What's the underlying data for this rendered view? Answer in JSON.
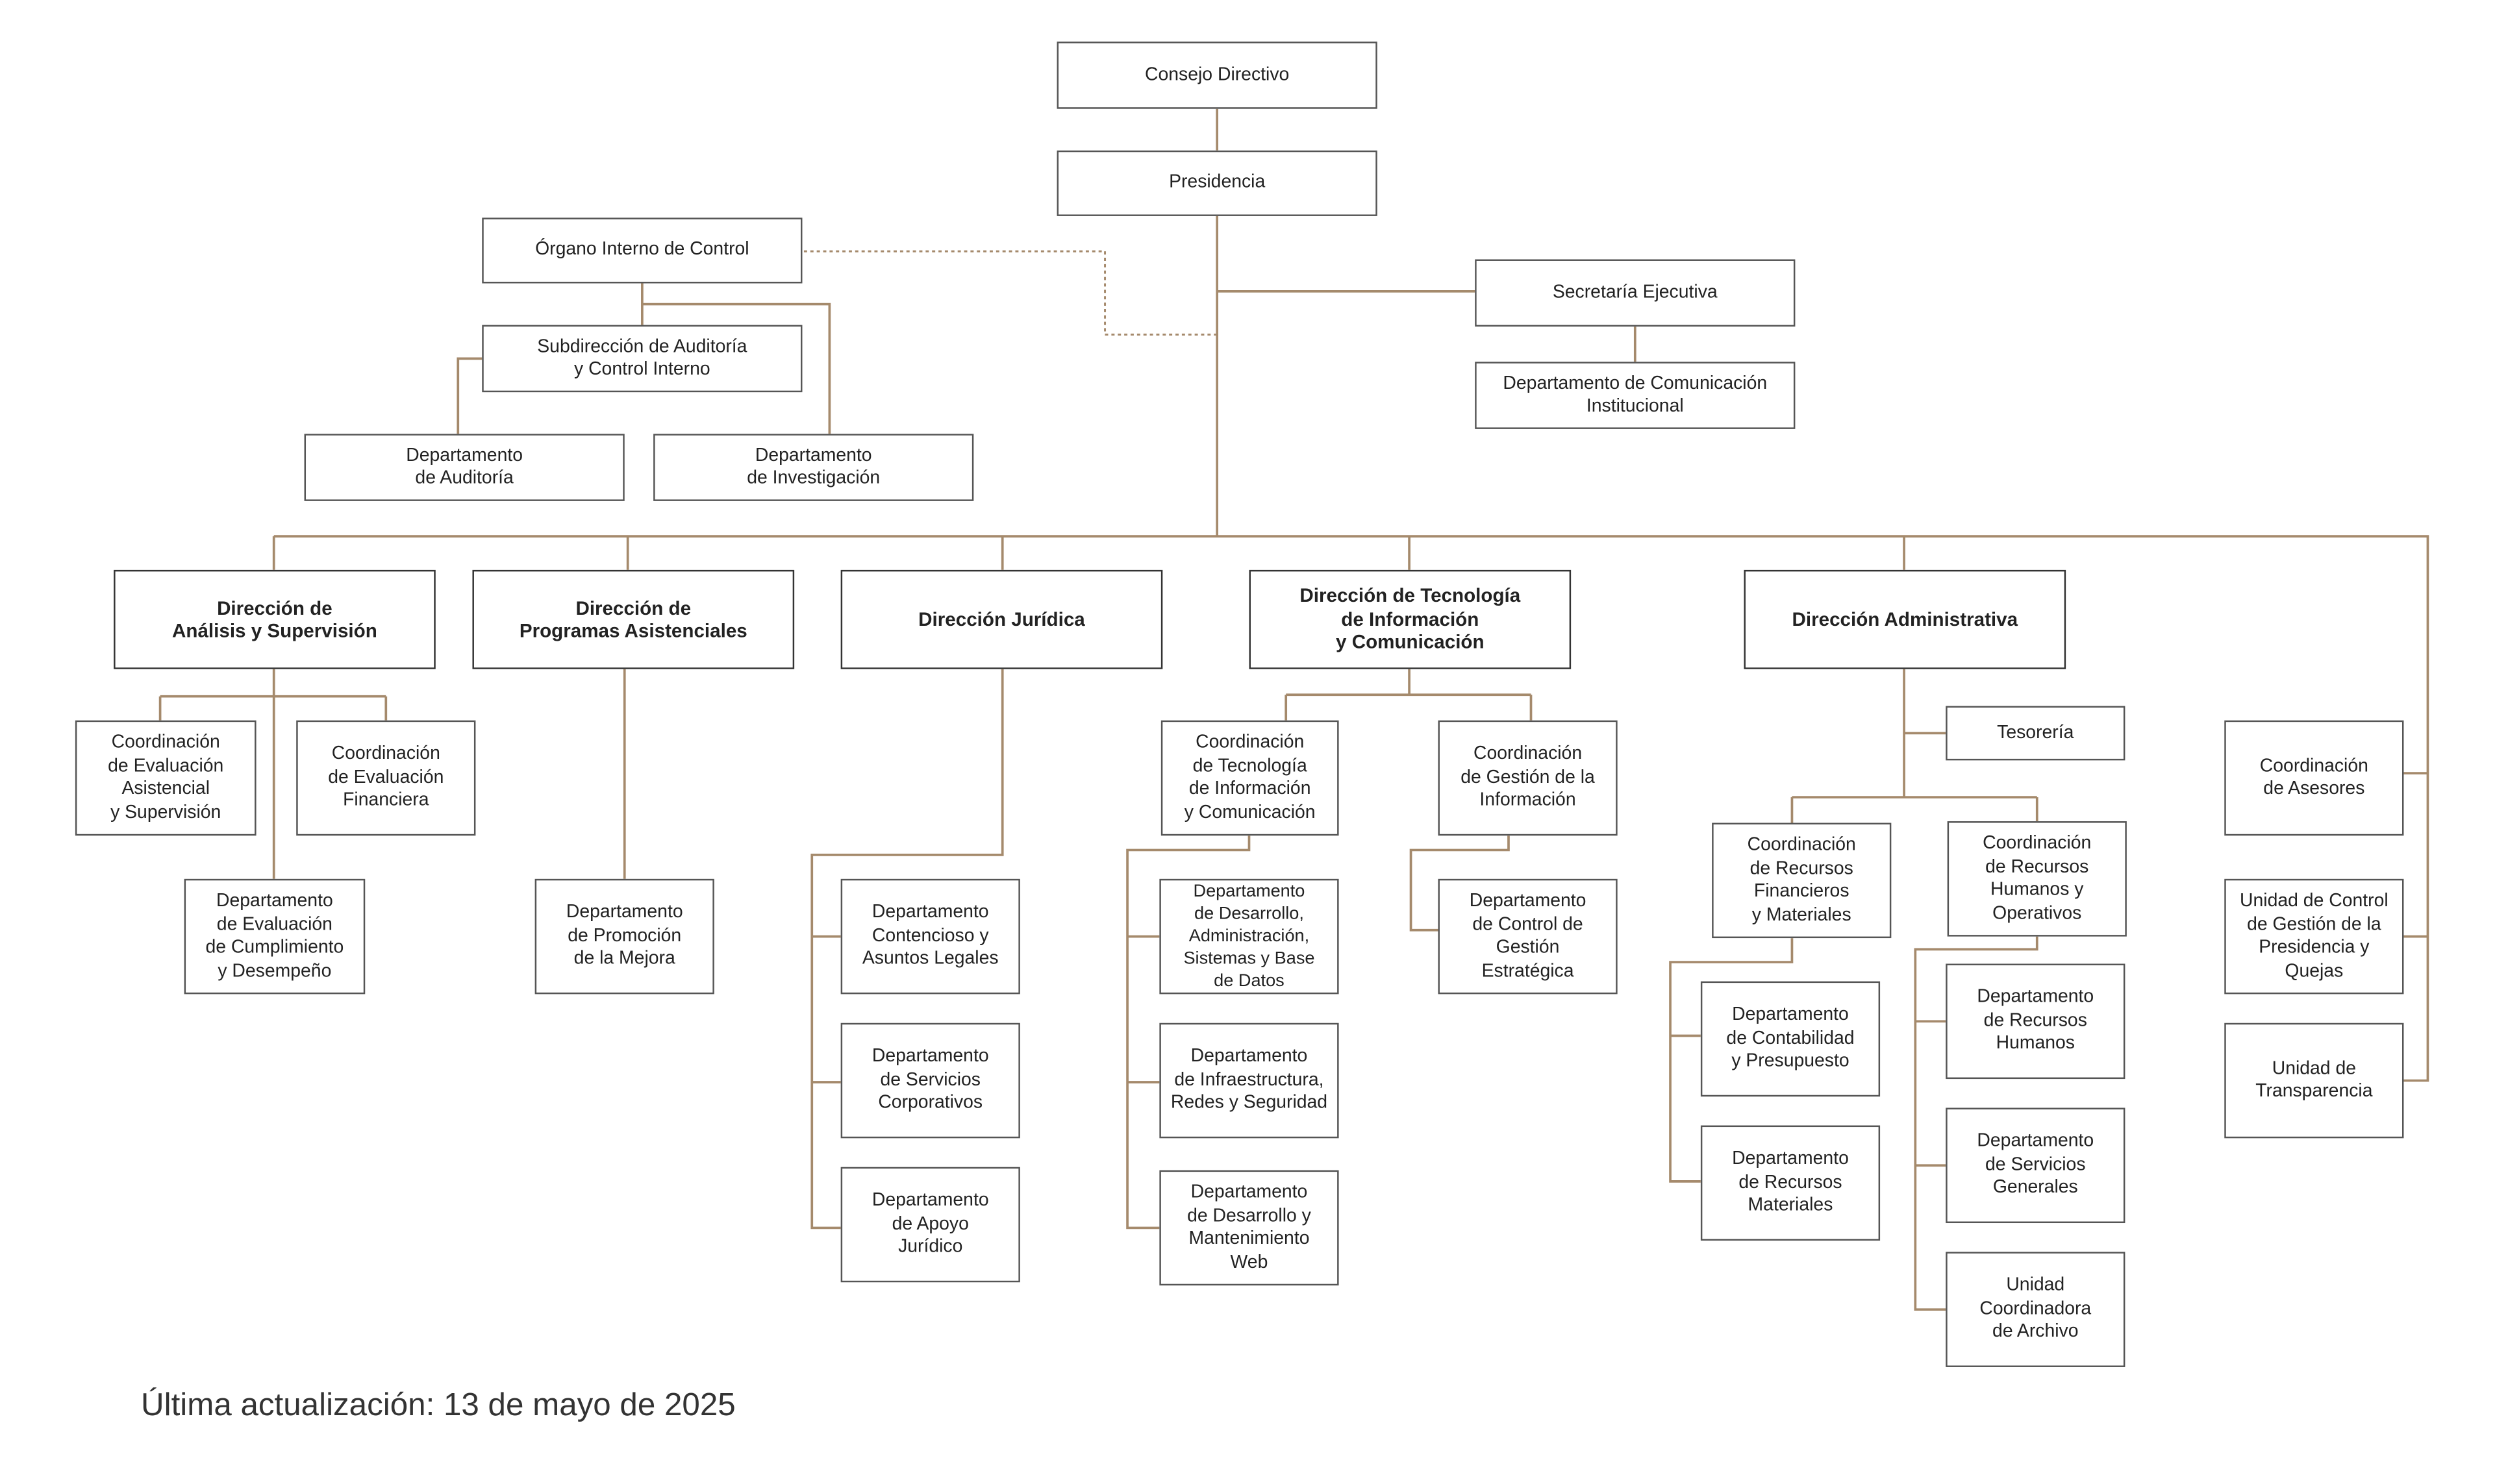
{
  "line_color": "#a58a6c",
  "box_border_color": "#555555",
  "nodes": {
    "consejo": "Consejo Directivo",
    "presidencia": "Presidencia",
    "organo": "Órgano Interno de Control",
    "subdireccion_auditoria": "Subdirección de Auditoría\ny Control Interno",
    "depto_auditoria": "Departamento\nde Auditoría",
    "depto_investigacion": "Departamento\nde Investigación",
    "secretaria": "Secretaría Ejecutiva",
    "depto_comunicacion": "Departamento de Comunicación\nInstitucional",
    "dir_analisis": "Dirección de\nAnálisis y Supervisión",
    "dir_programas": "Dirección de\nProgramas Asistenciales",
    "dir_juridica": "Dirección Jurídica",
    "dir_tecnologia": "Dirección de Tecnología\nde Información\ny Comunicación",
    "dir_administrativa": "Dirección Administrativa",
    "coord_eval_asistencial": "Coordinación\nde Evaluación\nAsistencial\ny Supervisión",
    "coord_eval_financiera": "Coordinación\nde Evaluación\nFinanciera",
    "depto_eval_cumplimiento": "Departamento\nde Evaluación\nde Cumplimiento\ny Desempeño",
    "depto_promocion": "Departamento\nde Promoción\nde la Mejora",
    "depto_contencioso": "Departamento\nContencioso y\nAsuntos Legales",
    "depto_servicios_corp": "Departamento\nde Servicios\nCorporativos",
    "depto_apoyo_juridico": "Departamento\nde Apoyo\nJurídico",
    "coord_tecnologia": "Coordinación\nde Tecnología\nde Información\ny Comunicación",
    "coord_gestion_info": "Coordinación\nde Gestión de la\nInformación",
    "depto_desarrollo_admin": "Departamento\nde Desarrollo,\nAdministración,\nSistemas y Base\nde Datos",
    "depto_infraestructura": "Departamento\nde Infraestructura,\nRedes y Seguridad",
    "depto_desarrollo_web": "Departamento\nde Desarrollo y\nMantenimiento\nWeb",
    "depto_control_gestion": "Departamento\nde Control de\nGestión\nEstratégica",
    "tesoreria": "Tesorería",
    "coord_rec_financieros": "Coordinación\nde Recursos\nFinancieros\ny Materiales",
    "coord_rec_humanos": "Coordinación\nde Recursos\nHumanos y\nOperativos",
    "depto_contabilidad": "Departamento\nde Contabilidad\ny Presupuesto",
    "depto_rec_materiales": "Departamento\nde Recursos\nMateriales",
    "depto_rec_humanos": "Departamento\nde Recursos\nHumanos",
    "depto_serv_generales": "Departamento\nde Servicios\nGenerales",
    "unidad_archivo": "Unidad\nCoordinadora\nde Archivo",
    "coord_asesores": "Coordinación\nde Asesores",
    "unidad_control_gestion": "Unidad de Control\nde Gestión de la\nPresidencia y\nQuejas",
    "unidad_transparencia": "Unidad de\nTransparencia"
  },
  "footer": {
    "last_updated": "Última actualización: 13 de mayo de 2025"
  }
}
